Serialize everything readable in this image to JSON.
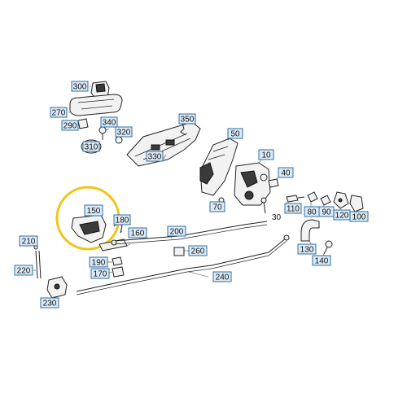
{
  "diagram": {
    "callouts": {
      "c300": "300",
      "c270": "270",
      "c290": "290",
      "c340": "340",
      "c320": "320",
      "c310": "310",
      "c350": "350",
      "c330": "330",
      "c50": "50",
      "c10": "10",
      "c40": "40",
      "c70": "70",
      "c110": "110",
      "c80": "80",
      "c90": "90",
      "c120": "120",
      "c100": "100",
      "c150": "150",
      "c180": "180",
      "c160": "160",
      "c200": "200",
      "c210": "210",
      "c260": "260",
      "c220": "220",
      "c190": "190",
      "c170": "170",
      "c240": "240",
      "c230": "230",
      "c130": "130",
      "c140": "140"
    },
    "plain_labels": {
      "p30": "30"
    },
    "highlight_color": "#f2c417",
    "callout_fill": "#dbeaf6",
    "callout_border": "#2f6fa6"
  }
}
